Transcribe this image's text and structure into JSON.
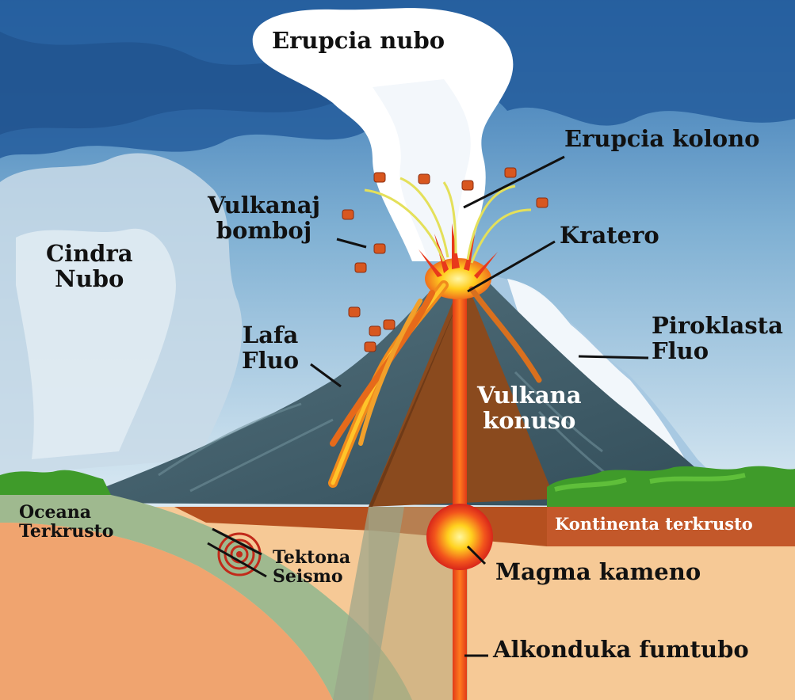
{
  "diagram": {
    "labels": {
      "erupcia_nubo": "Erupcia nubo",
      "erupcia_kolono": "Erupcia kolono",
      "vulkanaj_bomboj_line1": "Vulkanaj",
      "vulkanaj_bomboj_line2": "bomboj",
      "kratero": "Kratero",
      "cindra_nubo_line1": "Cindra",
      "cindra_nubo_line2": "Nubo",
      "lafa_fluo_line1": "Lafa",
      "lafa_fluo_line2": "Fluo",
      "piroklasta_fluo_line1": "Piroklasta",
      "piroklasta_fluo_line2": "Fluo",
      "vulkana_konuso_line1": "Vulkana",
      "vulkana_konuso_line2": "konuso",
      "oceana_terkrusto_line1": "Oceana",
      "oceana_terkrusto_line2": "Terkrusto",
      "kontinenta_terkrusto": "Kontinenta terkrusto",
      "tektona_seismo_line1": "Tektona",
      "tektona_seismo_line2": "Seismo",
      "magma_kameno": "Magma kameno",
      "alkonduka_fumtubo": "Alkonduka fumtubo"
    },
    "colors": {
      "sky_top": "#2f6fb0",
      "sky_bottom": "#dbeaf3",
      "cone": "#3f5f6c",
      "lava": "#e8391b",
      "lava_glow": "#ffd21f",
      "continental_crust": "#b5501f",
      "mantle": "#f6c996",
      "oceanic_crust": "#9fb98f",
      "vegetation": "#3f9b2a"
    }
  }
}
